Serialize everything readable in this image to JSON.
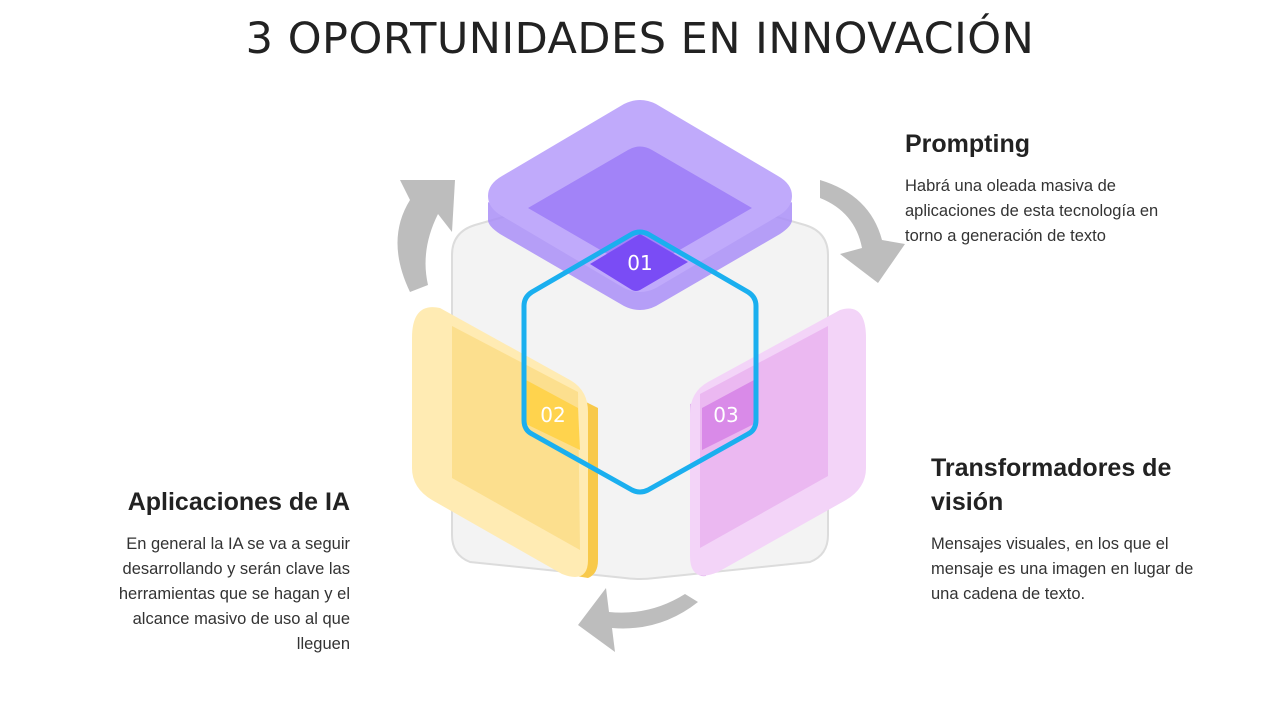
{
  "title": "3 OPORTUNIDADES EN INNOVACIÓN",
  "items": [
    {
      "number": "01",
      "heading": "Prompting",
      "text": "Habrá una oleada masiva de aplicaciones de esta tecnología en torno a generación de texto",
      "color": "#8B6BF2"
    },
    {
      "number": "02",
      "heading": "Aplicaciones de IA",
      "text": "En general la IA se va a seguir desarrollando y serán clave las herramientas que se hagan y el alcance masivo de uso al que lleguen",
      "color": "#FBD55C"
    },
    {
      "number": "03",
      "heading": "Transformadores de visión",
      "text": "Mensajes visuales, en los que el mensaje es una imagen en lugar de una cadena de texto.",
      "color": "#E7A6EE"
    }
  ],
  "colors": {
    "hexagon_outline": "#1AAFEF",
    "arrows": "#BDBDBD",
    "cube_back": "#F2F2F2"
  }
}
